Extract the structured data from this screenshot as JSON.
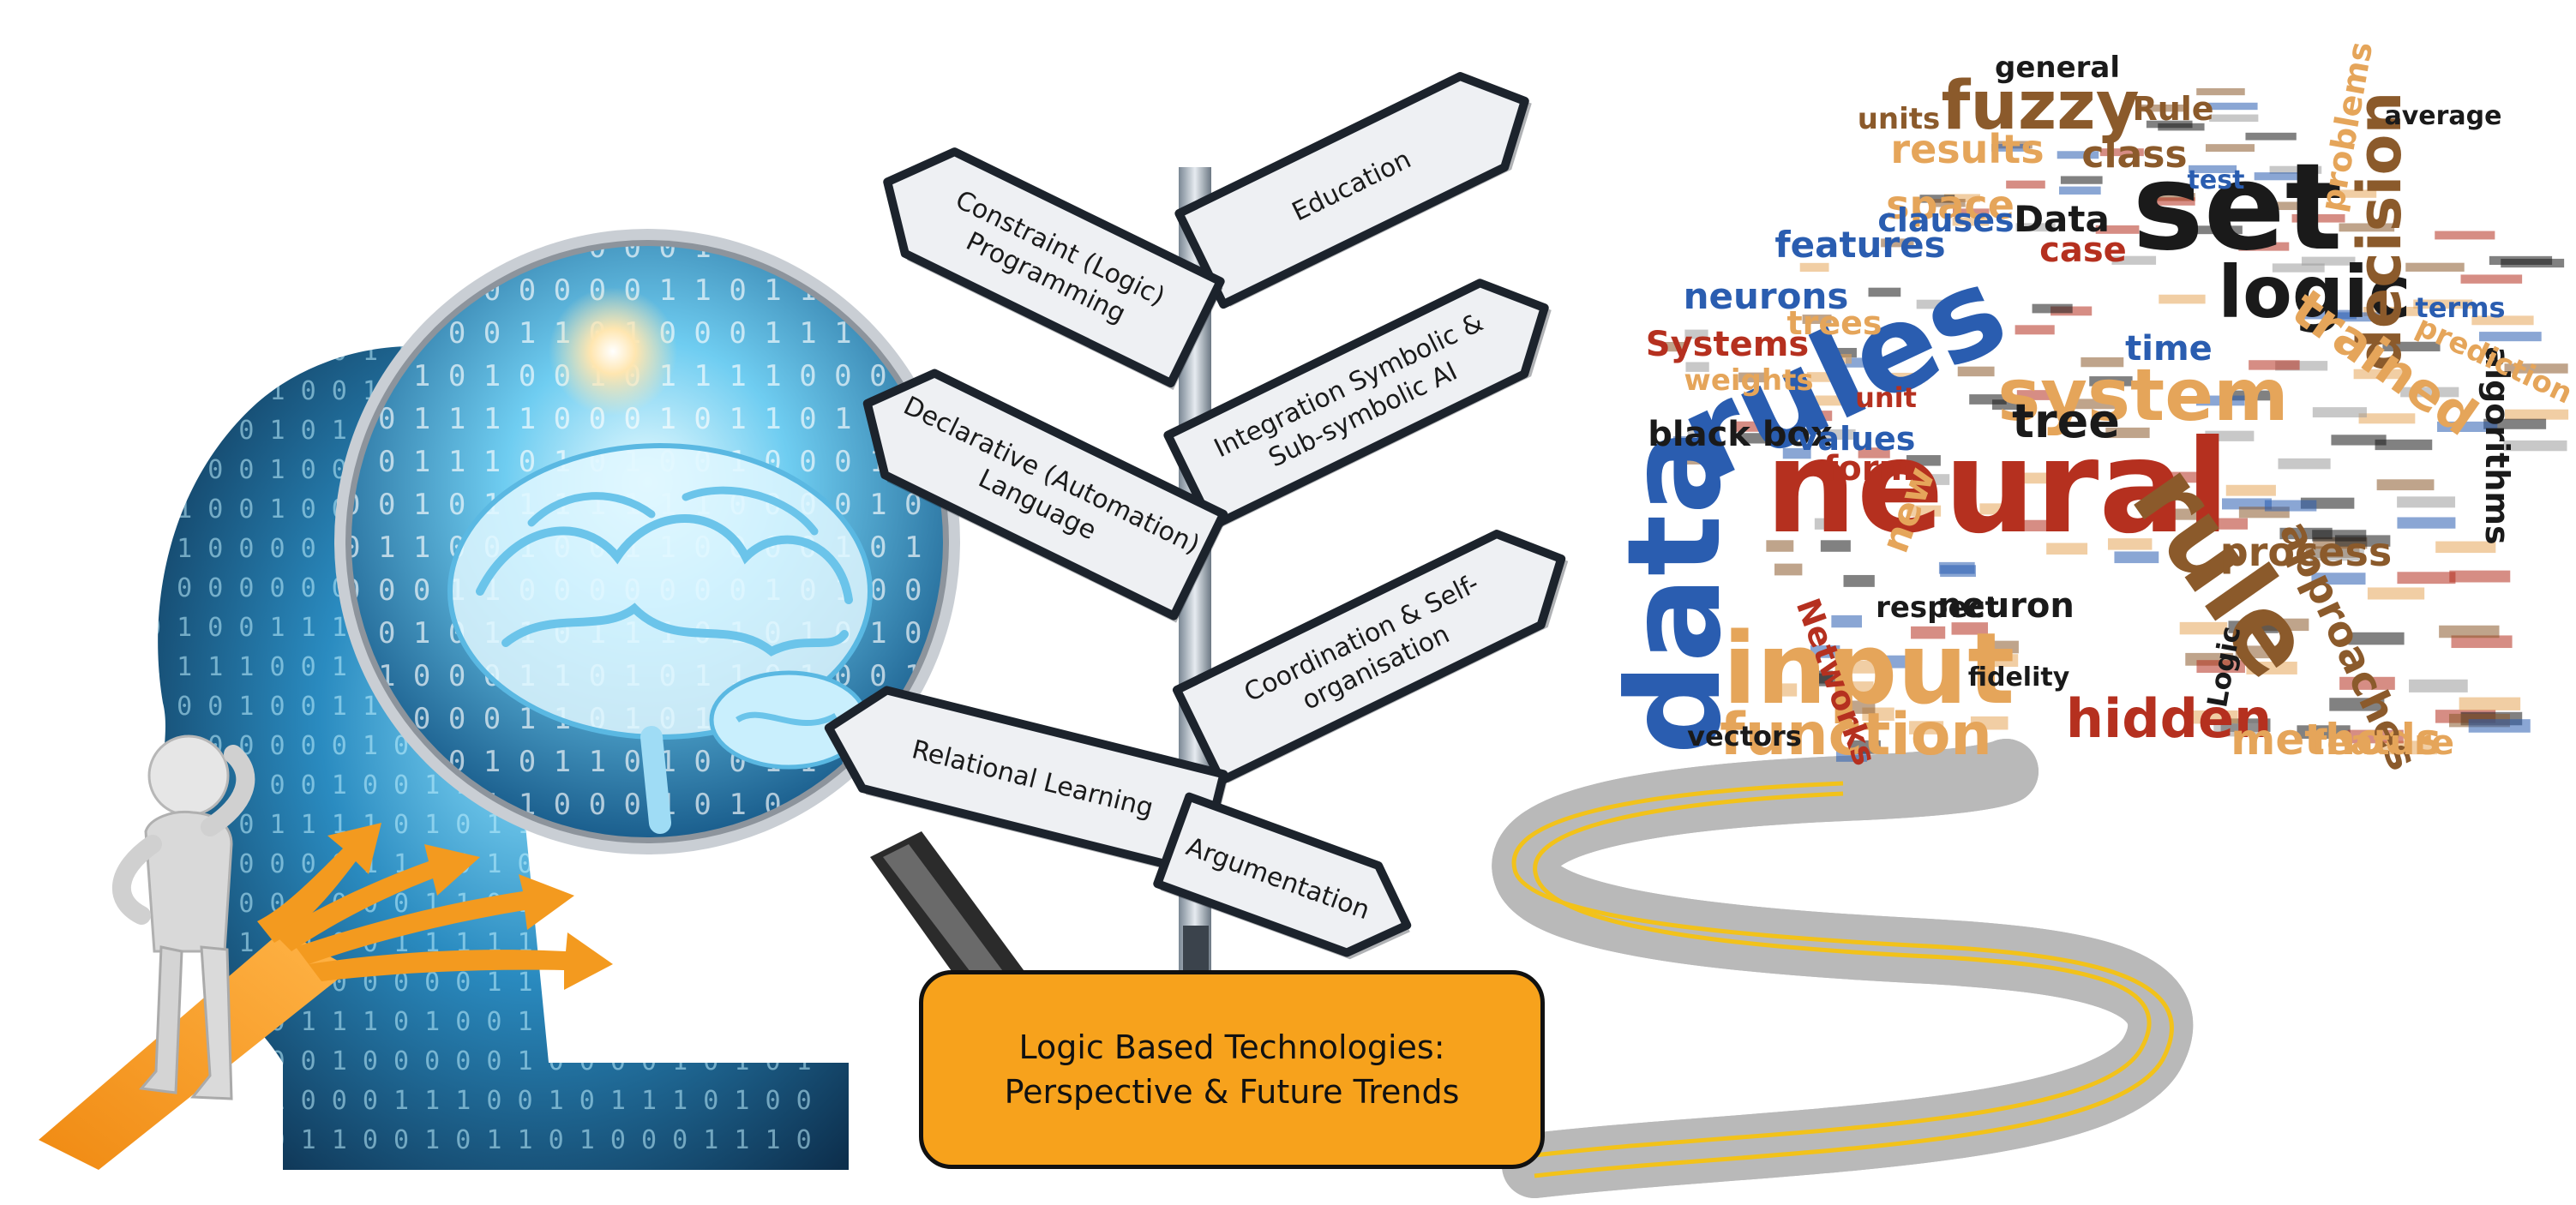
{
  "caption": {
    "line1": "Logic Based Technologies:",
    "line2": "Perspective & Future Trends"
  },
  "signs": [
    {
      "lines": [
        "Education"
      ]
    },
    {
      "lines": [
        "Constraint (Logic)",
        "Programming"
      ]
    },
    {
      "lines": [
        "Integration Symbolic &",
        "Sub-symbolic AI"
      ]
    },
    {
      "lines": [
        "Declarative (Automation)",
        "Language"
      ]
    },
    {
      "lines": [
        "Coordination & Self-",
        "organisation"
      ]
    },
    {
      "lines": [
        "Relational Learning"
      ]
    },
    {
      "lines": [
        "Argumentation"
      ]
    }
  ],
  "word_cloud": {
    "words": [
      {
        "text": "neural",
        "color": "#b5301f"
      },
      {
        "text": "rules",
        "color": "#2a5db0"
      },
      {
        "text": "data",
        "color": "#2a5db0"
      },
      {
        "text": "set",
        "color": "#1a1a1a"
      },
      {
        "text": "input",
        "color": "#e5a55a"
      },
      {
        "text": "rule",
        "color": "#8b5a2b"
      },
      {
        "text": "fuzzy",
        "color": "#8b5a2b"
      },
      {
        "text": "logic",
        "color": "#1a1a1a"
      },
      {
        "text": "decision",
        "color": "#8b5a2b"
      },
      {
        "text": "function",
        "color": "#e5a55a"
      },
      {
        "text": "system",
        "color": "#e5a55a"
      },
      {
        "text": "trained",
        "color": "#e5a55a"
      },
      {
        "text": "hidden",
        "color": "#b5301f"
      },
      {
        "text": "methods",
        "color": "#e5a55a"
      },
      {
        "text": "approaches",
        "color": "#8b5a2b"
      },
      {
        "text": "process",
        "color": "#8b5a2b"
      },
      {
        "text": "tree",
        "color": "#1a1a1a"
      },
      {
        "text": "features",
        "color": "#2a5db0"
      },
      {
        "text": "results",
        "color": "#e5a55a"
      },
      {
        "text": "space",
        "color": "#e5a55a"
      },
      {
        "text": "black box",
        "color": "#1a1a1a"
      },
      {
        "text": "Systems",
        "color": "#b5301f"
      },
      {
        "text": "neurons",
        "color": "#2a5db0"
      },
      {
        "text": "case",
        "color": "#b5301f"
      },
      {
        "text": "Data",
        "color": "#1a1a1a"
      },
      {
        "text": "class",
        "color": "#8b5a2b"
      },
      {
        "text": "general",
        "color": "#1a1a1a"
      },
      {
        "text": "time",
        "color": "#2a5db0"
      },
      {
        "text": "values",
        "color": "#2a5db0"
      },
      {
        "text": "algorithms",
        "color": "#1a1a1a"
      },
      {
        "text": "units",
        "color": "#8b5a2b"
      },
      {
        "text": "Rule",
        "color": "#8b5a2b"
      },
      {
        "text": "form",
        "color": "#b5301f"
      },
      {
        "text": "weights",
        "color": "#e5a55a"
      },
      {
        "text": "neuron",
        "color": "#1a1a1a"
      },
      {
        "text": "respect",
        "color": "#1a1a1a"
      },
      {
        "text": "vectors",
        "color": "#1a1a1a"
      },
      {
        "text": "feature",
        "color": "#e5a55a"
      },
      {
        "text": "problems",
        "color": "#e5a55a"
      },
      {
        "text": "clauses",
        "color": "#2a5db0"
      },
      {
        "text": "trees",
        "color": "#e5a55a"
      },
      {
        "text": "prediction",
        "color": "#e5a55a"
      },
      {
        "text": "Networks",
        "color": "#b5301f"
      },
      {
        "text": "terms",
        "color": "#2a5db0"
      },
      {
        "text": "test",
        "color": "#2a5db0"
      },
      {
        "text": "average",
        "color": "#1a1a1a"
      },
      {
        "text": "Logic",
        "color": "#1a1a1a"
      },
      {
        "text": "fidelity",
        "color": "#1a1a1a"
      },
      {
        "text": "unit",
        "color": "#b5301f"
      },
      {
        "text": "new",
        "color": "#e5a55a"
      }
    ]
  },
  "colors": {
    "caption_fill": "#f7a21c",
    "sign_face": "#eef0f3",
    "sign_frame": "#1c232c",
    "arrow_orange": "#f39a1f",
    "head_blue": "#1f6d9c",
    "road_dark": "#3a3a3a",
    "road_line": "#f2c21a"
  },
  "icons": [
    "thinking-person-icon",
    "magnifying-glass-icon",
    "brain-icon",
    "signpost-icon",
    "winding-road-icon",
    "house-word-cloud-icon"
  ]
}
